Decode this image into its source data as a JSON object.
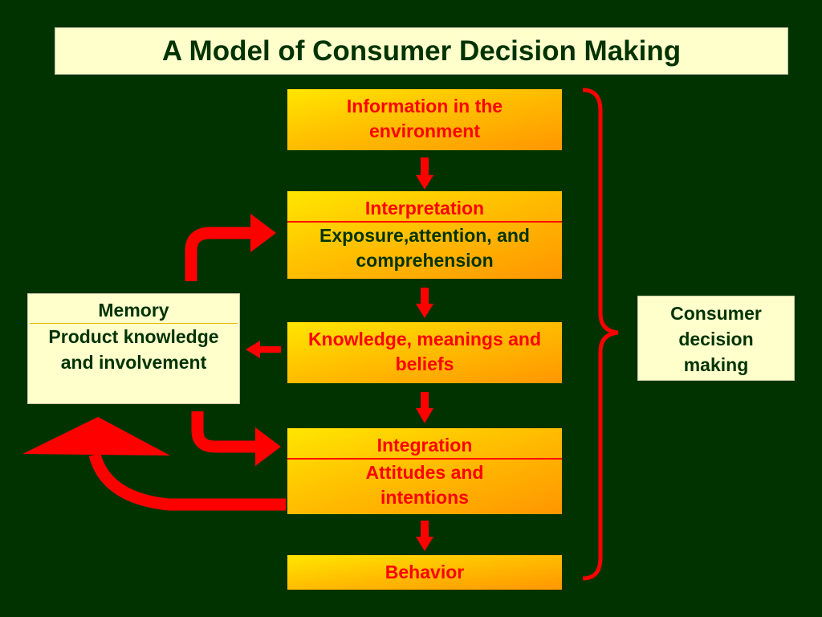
{
  "title": "A Model of Consumer Decision Making",
  "stages": {
    "information": {
      "label": "Information in the environment"
    },
    "interpretation": {
      "header": "Interpretation",
      "body": "Exposure,attention, and comprehension"
    },
    "knowledge": {
      "label": "Knowledge, meanings and beliefs"
    },
    "integration": {
      "header": "Integration",
      "body": "Attitudes and intentions"
    },
    "behavior": {
      "label": "Behavior"
    }
  },
  "memory": {
    "header": "Memory",
    "body": "Product knowledge and involvement"
  },
  "consumer": {
    "label": "Consumer decision making"
  },
  "colors": {
    "background": "#003300",
    "title_fill": "#ffffcc",
    "stage_gradient_start": "#ffe600",
    "stage_gradient_end": "#ff9600",
    "arrow": "#ff0000",
    "dark_text": "#003300"
  }
}
